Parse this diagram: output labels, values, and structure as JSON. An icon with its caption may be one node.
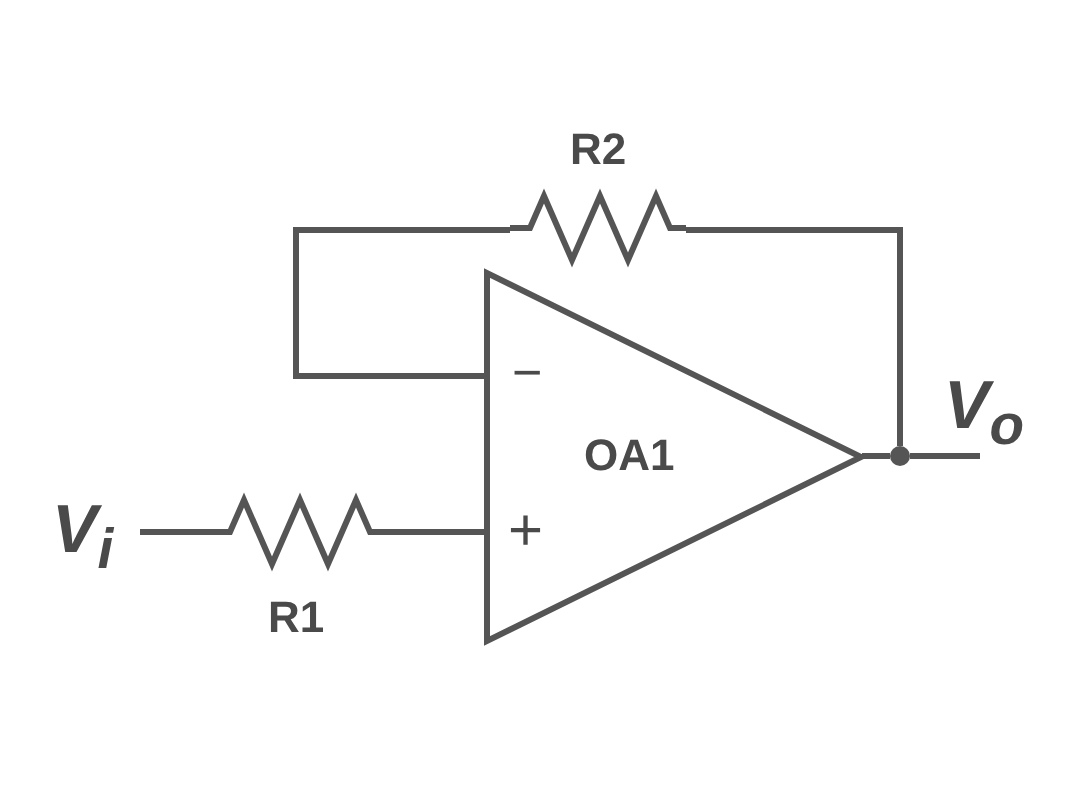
{
  "diagram": {
    "nodes": [
      {
        "text": [
          "V$_{i}$"
        ]
      },
      {
        "text": [
          "R1"
        ]
      },
      {
        "text": [
          "OA1",
          "−",
          "+"
        ]
      },
      {
        "text": [
          "R2"
        ]
      },
      {
        "text": [],
        "shape": "circle"
      },
      {
        "text": [
          "V$_{o}$"
        ]
      }
    ],
    "edges": [
      {
        "from": 0,
        "to": 1,
        "arrow": "none"
      },
      {
        "from": 1,
        "to": 2,
        "arrow": "none"
      },
      {
        "from": 2,
        "to": 3,
        "arrow": "none"
      },
      {
        "from": 3,
        "to": 4,
        "arrow": "none"
      },
      {
        "from": 2,
        "to": 4,
        "arrow": "none"
      },
      {
        "from": 4,
        "to": 5,
        "arrow": "none"
      }
    ]
  }
}
